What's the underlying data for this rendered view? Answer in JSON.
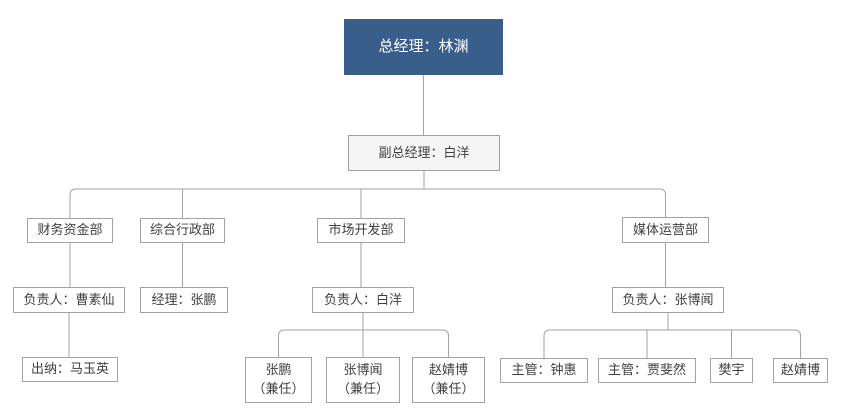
{
  "colors": {
    "root_fill": "#395e8b",
    "root_text": "#ffffff",
    "box_border": "#a2a2a2",
    "box_text": "#3f3f3f",
    "connector": "#a2a2a2",
    "deputy_fill": "#f5f5f6",
    "background": "#ffffff"
  },
  "org": {
    "root": {
      "label": "总经理：林渊"
    },
    "deputy": {
      "label": "副总经理：白洋"
    },
    "departments": [
      {
        "name": "财务资金部",
        "lead": "负责人：曹素仙"
      },
      {
        "name": "综合行政部",
        "lead": "经理：张鹏"
      },
      {
        "name": "市场开发部",
        "lead": "负责人：白洋"
      },
      {
        "name": "媒体运营部",
        "lead": "负责人：张博闻"
      }
    ],
    "finance_staff": [
      {
        "line1": "出纳：马玉英"
      }
    ],
    "market_staff": [
      {
        "line1": "张鹏",
        "line2": "（兼任）"
      },
      {
        "line1": "张博闻",
        "line2": "（兼任）"
      },
      {
        "line1": "赵婧博",
        "line2": "（兼任）"
      }
    ],
    "media_staff": [
      {
        "line1": "主管：钟惠"
      },
      {
        "line1": "主管：贾斐然"
      },
      {
        "line1": "樊宇"
      },
      {
        "line1": "赵婧博"
      }
    ]
  }
}
